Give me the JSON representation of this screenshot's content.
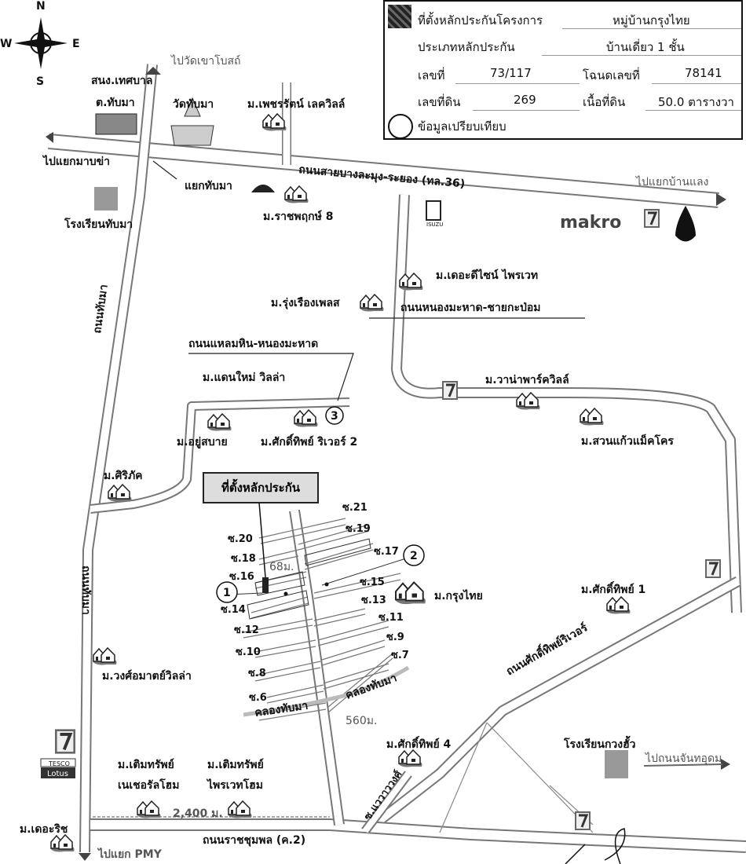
{
  "compass": {
    "n": "N",
    "s": "S",
    "e": "E",
    "w": "W"
  },
  "legend": {
    "project_label": "ที่ตั้งหลักประกันโครงการ",
    "project_value": "หมู่บ้านกรุงไทย",
    "type_label": "ประเภทหลักประกัน",
    "type_value": "บ้านเดี่ยว 1 ชั้น",
    "no_label": "เลขที่",
    "no_value": "73/117",
    "deed_label": "โฉนดเลขที่",
    "deed_value": "78141",
    "land_no_label": "เลขที่ดิน",
    "land_no_value": "269",
    "area_label": "เนื้อที่ดิน",
    "area_value": "50.0 ตารางวา",
    "compare_label": "ข้อมูลเปรียบเทียบ"
  },
  "pin_label": "ที่ตั้งหลักประกัน",
  "labels": {
    "to_wat": "ไปวัดเขาโบสถ์",
    "municipality_1": "สนง.เทศบาล",
    "municipality_2": "ต.ทับมา",
    "wat": "วัดทับมา",
    "petcharat": "ม.เพชรรัตน์ เลควิลล์",
    "to_mabkha": "ไปแยกมาบข่า",
    "thapma_junction": "แยกทับมา",
    "hwy36": "ถนนสายบางละมุง-ระยอง (ทล.36)",
    "to_banlaeng": "ไปแยกบ้านแลง",
    "school_thapma": "โรงเรียนทับมา",
    "ratchaphruek": "ม.ราชพฤกษ์ 8",
    "makro": "makro",
    "the_design": "ม.เดอะดีไซน์ ไพรเวท",
    "rungruang": "ม.รุ่งเรืองเพลส",
    "nongmahad_road": "ถนนหนองมะหาด-ชายกะป่อม",
    "thapma_road": "ถนนทับมา",
    "laemhin_road": "ถนนแหลมหิน-หนองมะหาด",
    "daenmai": "ม.แดนใหม่ วิลล่า",
    "wana": "ม.วาน่าพาร์ควิลล์",
    "yoosabai": "ม.อยู่สบาย",
    "sakthip_river2": "ม.ศักดิ์ทิพย์ ริเวอร์ 2",
    "suankaew": "ม.สวนแก้วแม็คโคร",
    "siriphak": "ม.ศิริภัค",
    "krungthai": "ม.กรุงไทย",
    "sakthip1": "ม.ศักดิ์ทิพย์ 1",
    "sakthip_river_road": "ถนนศักดิ์ทิพย์ริเวอร์",
    "wongamat": "ม.วงศ์อมาตย์วิลล่า",
    "khlong_1": "คลองทับมา",
    "khlong_2": "คลองทับมา",
    "dist_560": "560ม.",
    "dist_68": "68ม.",
    "sakthip4": "ม.ศักดิ์ทิพย์ 4",
    "school_kuang": "โรงเรียนกวงฮั้ว",
    "to_chanthudom": "ไปถนนจันทอุดม",
    "toemsap_nature_1": "ม.เติมทรัพย์",
    "toemsap_nature_2": "เนเชอรัลโฮม",
    "toemsap_private_1": "ม.เติมทรัพย์",
    "toemsap_private_2": "ไพรเวทโฮม",
    "dist_2400": "2,400 ม.",
    "the_rich": "ม.เดอะริช",
    "ratchachumphon": "ถนนราชชุมพล (ค.2)",
    "to_pmy": "ไปแยก PMY",
    "waewwong": "ซ.แววาววงศ์",
    "tesco": "TESCO",
    "lotus": "Lotus",
    "isuzu": "ISUZU"
  },
  "markers": [
    "1",
    "2",
    "3"
  ],
  "sois": {
    "s21": "ซ.21",
    "s20": "ซ.20",
    "s19": "ซ.19",
    "s18": "ซ.18",
    "s17": "ซ.17",
    "s16": "ซ.16",
    "s15": "ซ.15",
    "s14": "ซ.14",
    "s13": "ซ.13",
    "s12": "ซ.12",
    "s11": "ซ.11",
    "s10": "ซ.10",
    "s9": "ซ.9",
    "s8": "ซ.8",
    "s7": "ซ.7",
    "s6": "ซ.6"
  }
}
